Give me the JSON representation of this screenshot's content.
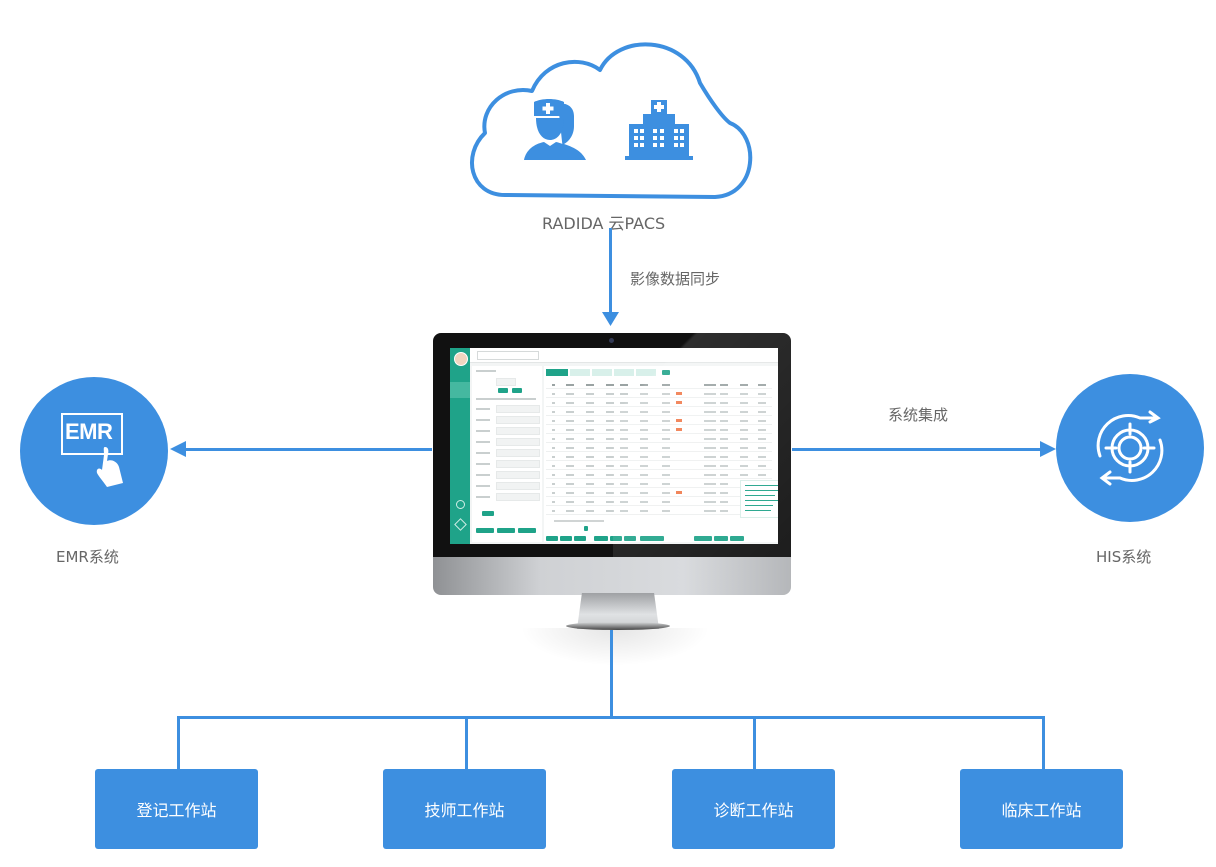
{
  "diagram": {
    "cloud": {
      "label": "RADIDA 云PACS",
      "icons": [
        "doctors-icon",
        "hospital-icon"
      ]
    },
    "edges": {
      "cloud_to_monitor": "影像数据同步",
      "monitor_to_his": "系统集成",
      "monitor_to_emr": ""
    },
    "center": {
      "device": "monitor",
      "screen_app": "PACS workstation UI (illegible preview)"
    },
    "left_node": {
      "label": "EMR系统",
      "icon_text": "EMR",
      "icon": "emr-touch-icon"
    },
    "right_node": {
      "label": "HIS系统",
      "icon": "target-sync-icon"
    },
    "stations": [
      {
        "label": "登记工作站"
      },
      {
        "label": "技师工作站"
      },
      {
        "label": "诊断工作站"
      },
      {
        "label": "临床工作站"
      }
    ],
    "colors": {
      "primary_blue": "#3d8fe0",
      "label_gray": "#666666",
      "app_green": "#1fa389",
      "accent_red": "#f07a4b"
    }
  }
}
